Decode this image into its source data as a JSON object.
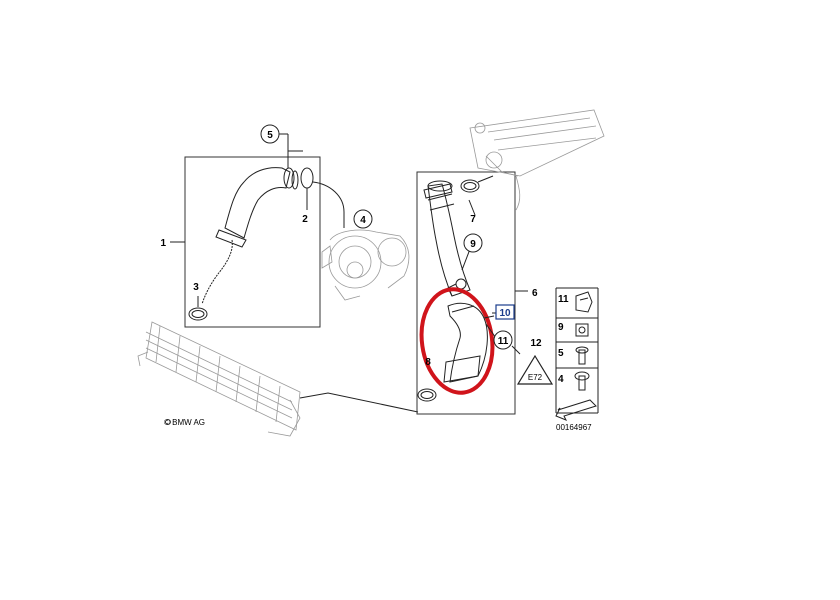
{
  "copyright": "© BMW AG",
  "diagram_number": "00164967",
  "callouts": {
    "c1": "1",
    "c2": "2",
    "c3": "3",
    "c4": "4",
    "c5": "5",
    "c6": "6",
    "c7": "7",
    "c8": "8",
    "c9": "9",
    "c10": "10",
    "c11": "11",
    "c12": "12"
  },
  "legend": {
    "l11": "11",
    "l9": "9",
    "l5": "5",
    "l4": "4"
  },
  "warning_label": "E72",
  "highlight_color": "#d0141b",
  "selected_callout_color": "#1a3c8c"
}
